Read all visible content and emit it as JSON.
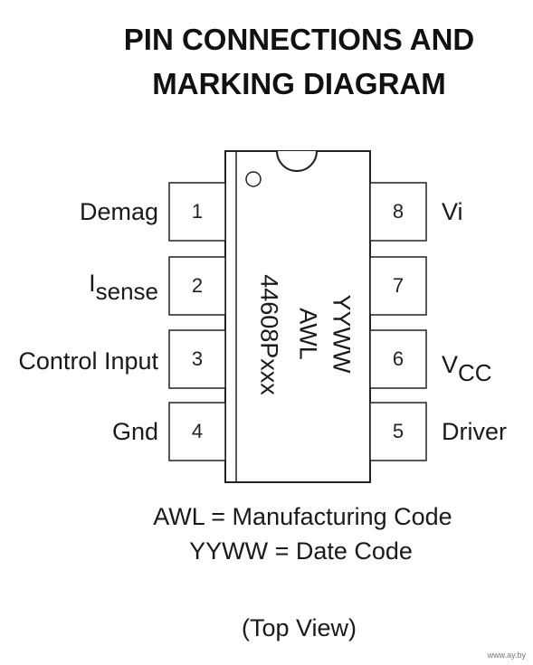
{
  "title": {
    "line1": "PIN CONNECTIONS AND",
    "line2": "MARKING DIAGRAM"
  },
  "left_pins": [
    {
      "number": "1",
      "label": "Demag",
      "label_sub": ""
    },
    {
      "number": "2",
      "label": "I",
      "label_sub": "sense"
    },
    {
      "number": "3",
      "label": "Control Input",
      "label_sub": ""
    },
    {
      "number": "4",
      "label": "Gnd",
      "label_sub": ""
    }
  ],
  "right_pins": [
    {
      "number": "8",
      "label": "Vi",
      "label_sub": ""
    },
    {
      "number": "7",
      "label": "",
      "label_sub": ""
    },
    {
      "number": "6",
      "label": "V",
      "label_sub": "CC"
    },
    {
      "number": "5",
      "label": "Driver",
      "label_sub": ""
    }
  ],
  "chip_marking": {
    "part": "44608Pxxx",
    "line2": "AWL",
    "line3": "YYWW"
  },
  "legend": {
    "awl": "AWL = Manufacturing Code",
    "yyww": "YYWW = Date Code",
    "view": "(Top View)"
  },
  "watermark": "www.ay.by"
}
